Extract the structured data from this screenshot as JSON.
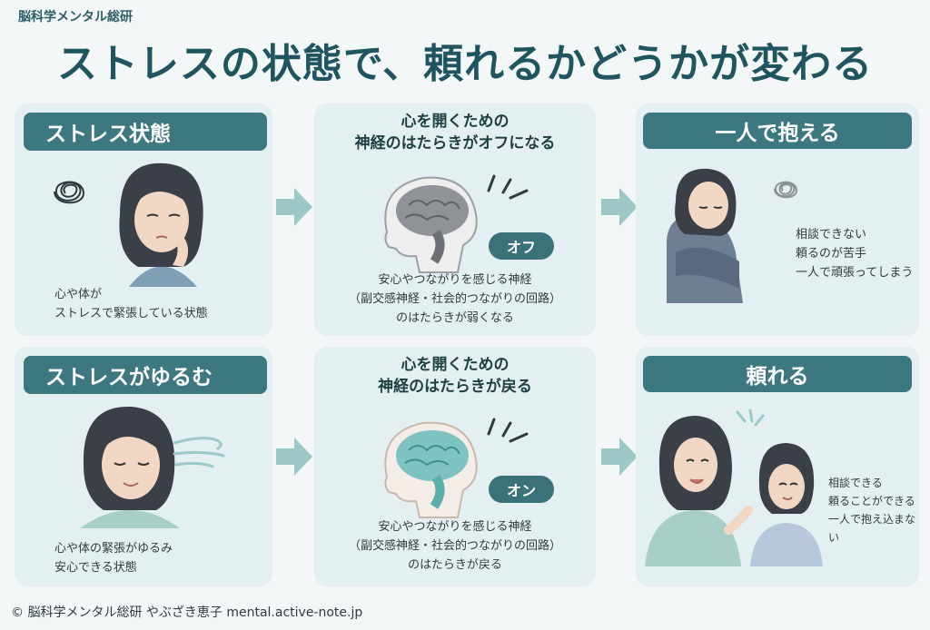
{
  "brand": "脳科学メンタル総研",
  "title": "ストレスの状態で、頼れるかどうかが変わる",
  "row1": {
    "left": {
      "label": "ストレス状態",
      "desc": [
        "心や体が",
        "ストレスで緊張している状態"
      ]
    },
    "middle": {
      "heading": [
        "心を開くための",
        "神経のはたらきがオフになる"
      ],
      "badge": "オフ",
      "desc": [
        "安心やつながりを感じる神経",
        "（副交感神経・社会的つながりの回路）",
        "のはたらきが弱くなる"
      ]
    },
    "right": {
      "label": "一人で抱える",
      "desc": [
        "相談できない",
        "頼るのが苦手",
        "一人で頑張ってしまう"
      ]
    }
  },
  "row2": {
    "left": {
      "label": "ストレスがゆるむ",
      "desc": [
        "心や体の緊張がゆるみ",
        "安心できる状態"
      ]
    },
    "middle": {
      "heading": [
        "心を開くための",
        "神経のはたらきが戻る"
      ],
      "badge": "オン",
      "desc": [
        "安心やつながりを感じる神経",
        "（副交感神経・社会的つながりの回路）",
        "のはたらきが戻る"
      ]
    },
    "right": {
      "label": "頼れる",
      "desc": [
        "相談できる",
        "頼ることができる",
        "一人で抱え込まない"
      ]
    }
  },
  "footer": "©  脳科学メンタル総研 やぶざき恵子 mental.active-note.jp",
  "colors": {
    "accent": "#3d7880",
    "card": "#e3eff0",
    "title": "#1f555e"
  }
}
